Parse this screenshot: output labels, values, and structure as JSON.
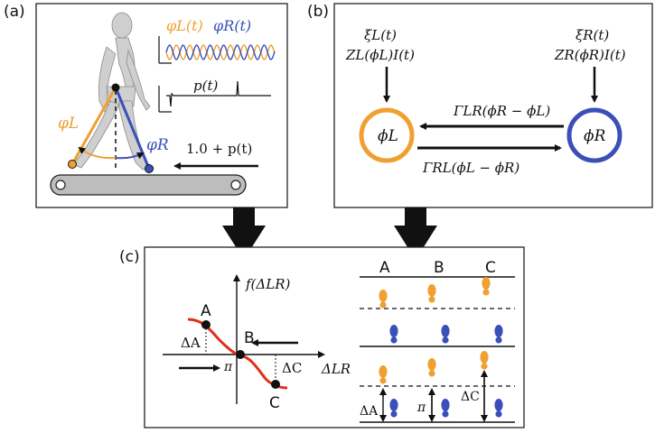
{
  "panel_a": {
    "label": "(a)",
    "phi_left": "φL(t)",
    "phi_right": "φR(t)",
    "perturbation": "p(t)",
    "phi_L_angle": "φL",
    "phi_R_angle": "φR",
    "belt_speed": "1.0 + p(t)"
  },
  "panel_b": {
    "label": "(b)",
    "xi_L": "ξL(t)",
    "Z_L": "ZL(ϕL)I(t)",
    "xi_R": "ξR(t)",
    "Z_R": "ZR(ϕR)I(t)",
    "phase_L": "ϕL",
    "phase_R": "ϕR",
    "coupling_LR": "ΓLR(ϕR − ϕL)",
    "coupling_RL": "ΓRL(ϕL − ϕR)"
  },
  "panel_c": {
    "label": "(c)",
    "y_axis_label": "f(ΔLR)",
    "x_axis_label": "ΔLR",
    "point_A": "A",
    "point_B": "B",
    "point_C": "C",
    "delta_A": "ΔA",
    "delta_C": "ΔC",
    "pi_label": "π",
    "footprints": {
      "headers": [
        "A",
        "B",
        "C"
      ],
      "interval_labels": [
        "ΔA",
        "π",
        "ΔC"
      ]
    }
  },
  "colors": {
    "left_leg": "#f0a030",
    "right_leg": "#3a50b8",
    "curve": "#e03018",
    "ink": "#111111"
  }
}
